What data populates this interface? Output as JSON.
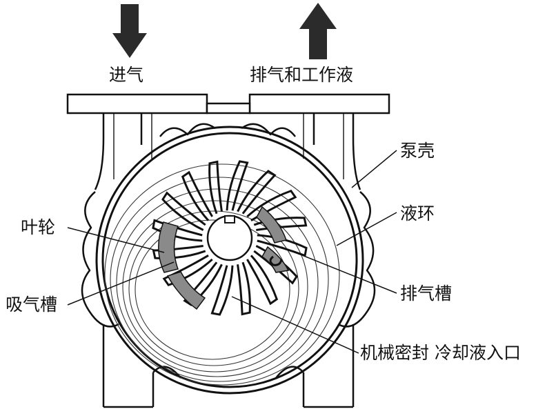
{
  "labels": {
    "inlet": "进气",
    "outlet": "排气和工作液",
    "casing": "泵壳",
    "liquid_ring": "液环",
    "impeller": "叶轮",
    "suction_port": "吸气槽",
    "discharge_port": "排气槽",
    "seal_coolant_inlet": "机械密封 冷却液入口"
  },
  "colors": {
    "ink": "#111111",
    "arrow": "#2b2b2b",
    "port_fill": "#8a8a8a"
  }
}
